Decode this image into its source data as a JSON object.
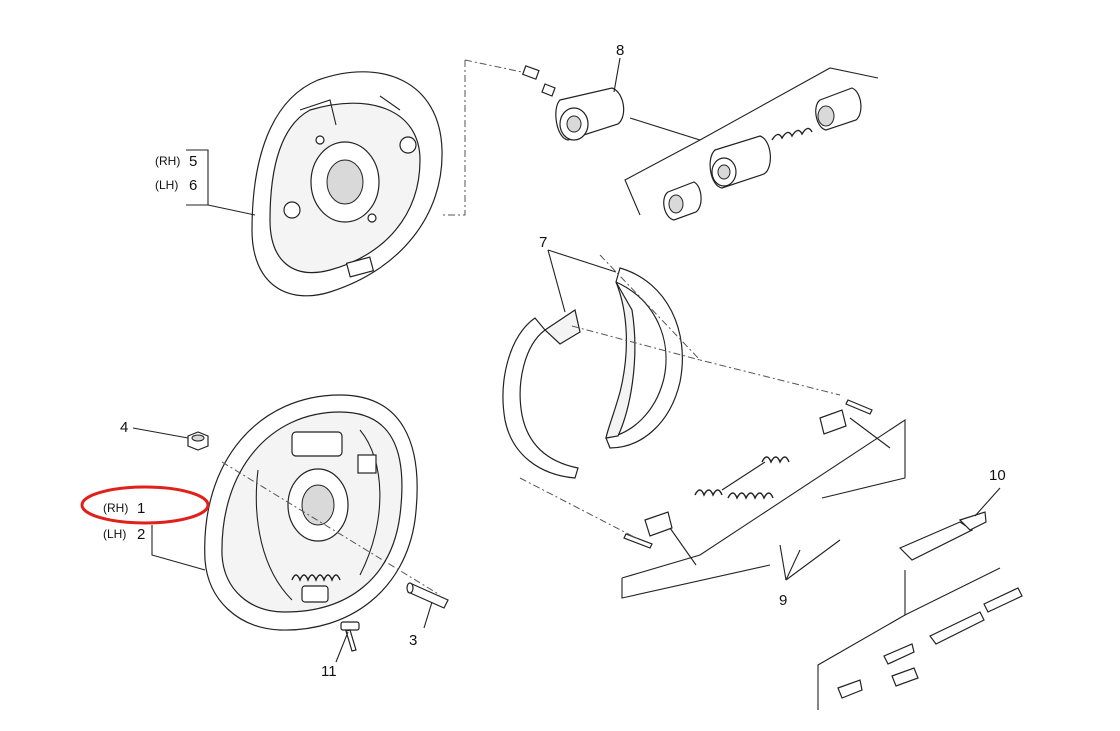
{
  "diagram": {
    "callouts": [
      {
        "id": "rh5",
        "prefix": "(RH)",
        "number": "5"
      },
      {
        "id": "lh6",
        "prefix": "(LH)",
        "number": "6"
      },
      {
        "id": "rh1",
        "prefix": "(RH)",
        "number": "1",
        "highlighted": true
      },
      {
        "id": "lh2",
        "prefix": "(LH)",
        "number": "2"
      },
      {
        "id": "p3",
        "number": "3"
      },
      {
        "id": "p4",
        "number": "4"
      },
      {
        "id": "p7",
        "number": "7"
      },
      {
        "id": "p8",
        "number": "8"
      },
      {
        "id": "p9",
        "number": "9"
      },
      {
        "id": "p10",
        "number": "10"
      },
      {
        "id": "p11",
        "number": "11"
      }
    ],
    "highlight_color": "#e0201b",
    "line_color": "#222222"
  }
}
